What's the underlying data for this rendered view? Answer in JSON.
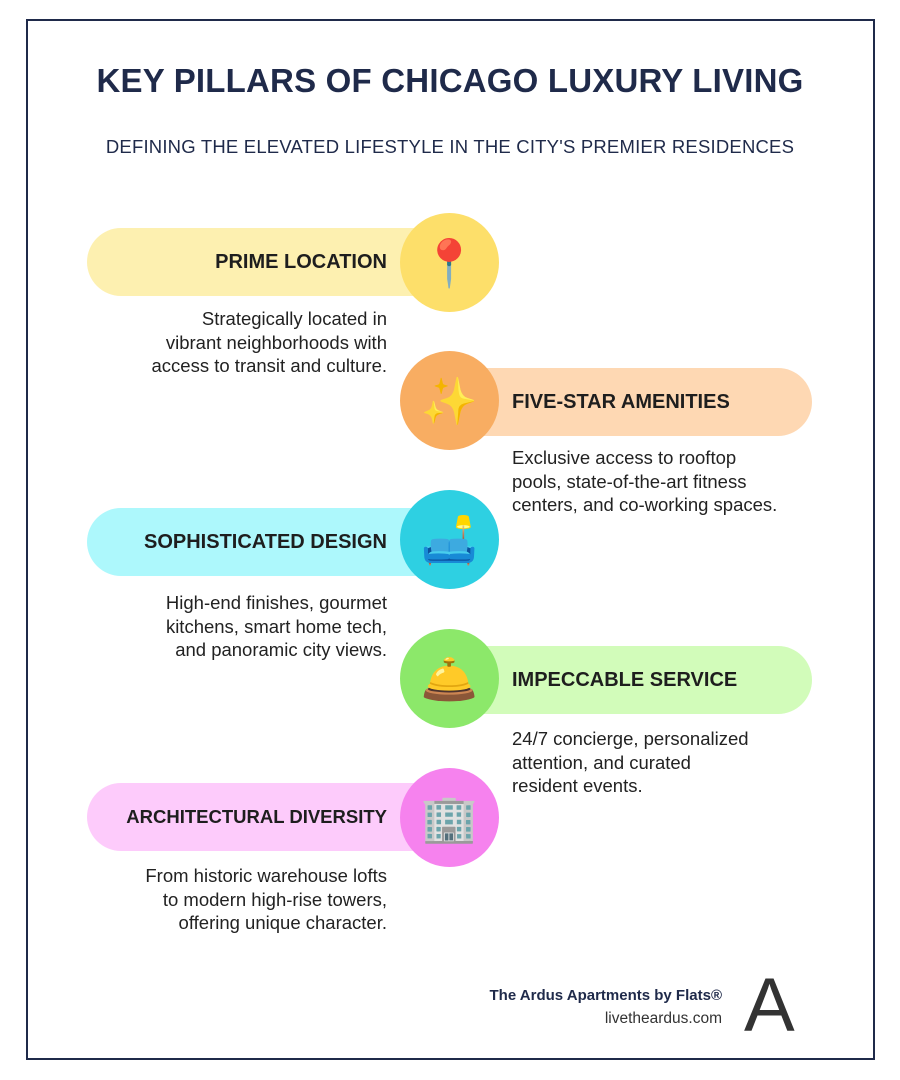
{
  "header": {
    "title": "KEY PILLARS OF CHICAGO LUXURY LIVING",
    "subtitle": "DEFINING THE ELEVATED LIFESTYLE IN THE CITY'S PREMIER RESIDENCES"
  },
  "pillars": [
    {
      "label": "PRIME LOCATION",
      "icon": "pushpin-icon",
      "glyph": "📍",
      "side": "left",
      "pill_color": "#fdf0b0",
      "circle_color": "#fddf6a",
      "description": [
        "Strategically located in",
        "vibrant neighborhoods with",
        "access to transit and culture."
      ]
    },
    {
      "label": "FIVE-STAR AMENITIES",
      "icon": "sparkles-icon",
      "glyph": "✨",
      "side": "right",
      "pill_color": "#fed8b3",
      "circle_color": "#f8ad62",
      "description": [
        "Exclusive access to rooftop",
        "pools, state-of-the-art fitness",
        "centers, and co-working spaces."
      ]
    },
    {
      "label": "SOPHISTICATED DESIGN",
      "icon": "couch-and-lamp-icon",
      "glyph": "🛋️",
      "side": "left",
      "pill_color": "#adf8fc",
      "circle_color": "#2ed0e2",
      "description": [
        "High-end finishes, gourmet",
        "kitchens, smart home tech,",
        "and panoramic city views."
      ]
    },
    {
      "label": "IMPECCABLE SERVICE",
      "icon": "bellhop-bell-icon",
      "glyph": "🛎️",
      "side": "right",
      "pill_color": "#d2fcba",
      "circle_color": "#8ce86a",
      "description": [
        "24/7 concierge, personalized",
        "attention, and curated",
        "resident events."
      ]
    },
    {
      "label": "ARCHITECTURAL DIVERSITY",
      "icon": "office-building-icon",
      "glyph": "🏢",
      "side": "left",
      "pill_color": "#fdcbfb",
      "circle_color": "#f682ee",
      "description": [
        "From historic warehouse lofts",
        "to modern high-rise towers,",
        "offering unique character."
      ]
    }
  ],
  "footer": {
    "brand_name": "The Ardus Apartments by Flats®",
    "url": "livetheardus.com",
    "logo_letter": "A"
  },
  "colors": {
    "navy": "#1f2a4a",
    "text": "#222222"
  }
}
